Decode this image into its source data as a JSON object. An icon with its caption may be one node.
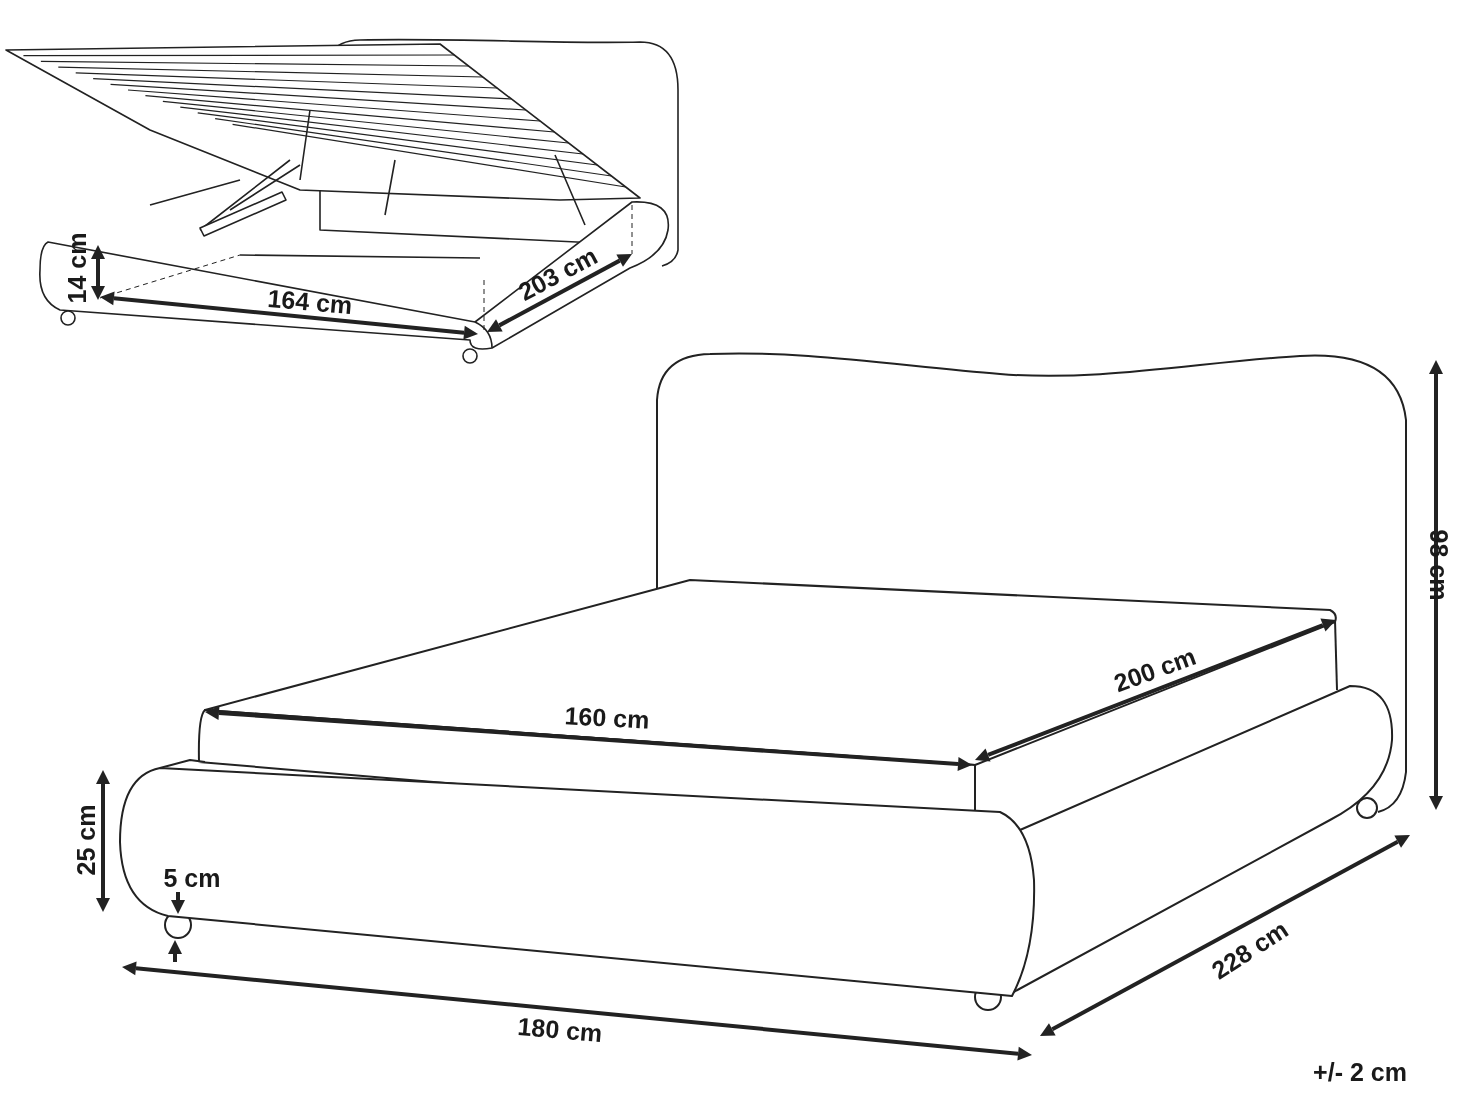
{
  "diagram": {
    "labels": [
      "14 cm",
      "164 cm",
      "203 cm",
      "98 cm",
      "200 cm",
      "160 cm",
      "25 cm",
      "5 cm",
      "228 cm",
      "180 cm",
      "+/- 2 cm"
    ]
  }
}
